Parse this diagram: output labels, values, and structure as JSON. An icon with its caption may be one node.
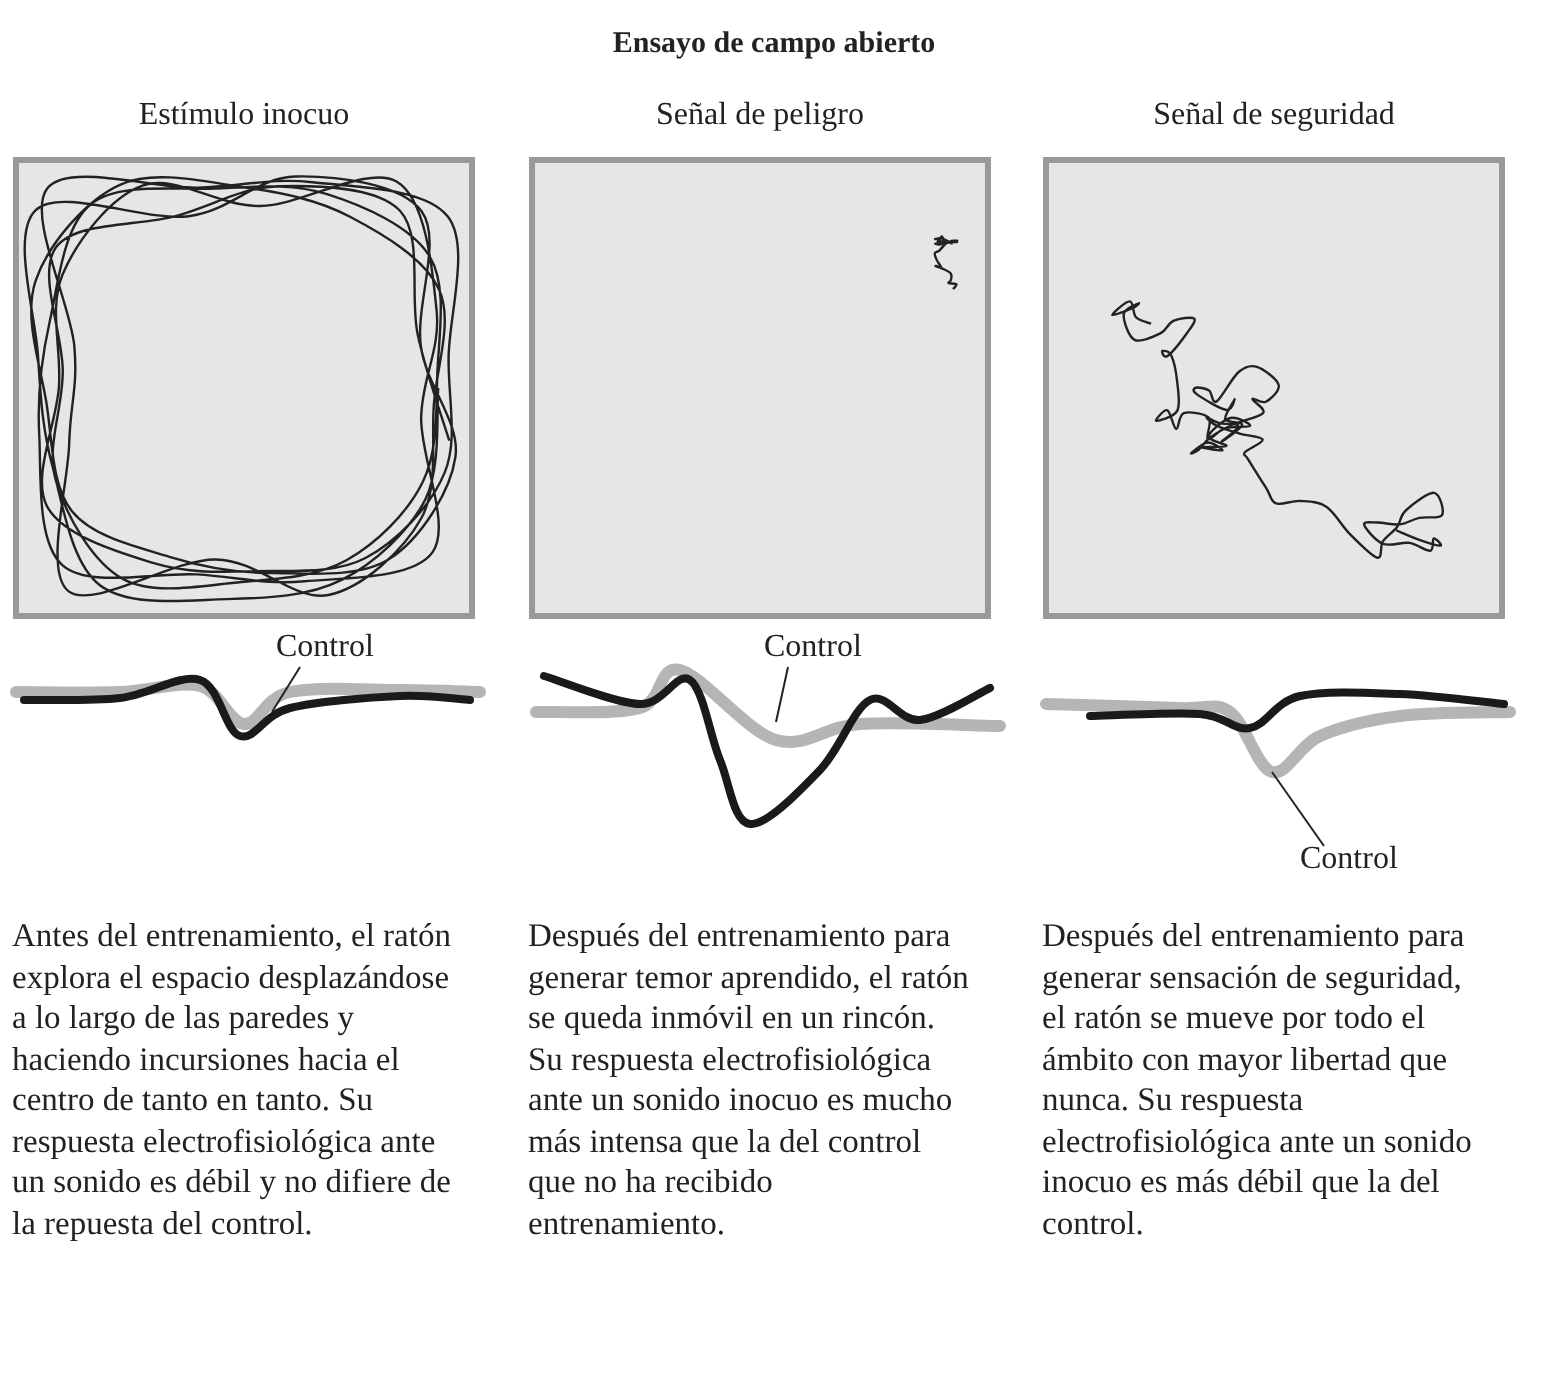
{
  "diagram": {
    "title": "Ensayo de campo abierto",
    "nodes": [
      {
        "text": [
          "Control"
        ]
      },
      {
        "text": [],
        "shape": "line"
      },
      {
        "text": [
          "Control"
        ]
      },
      {
        "text": [],
        "shape": "line"
      },
      {
        "text": [
          "Control"
        ]
      },
      {
        "text": [],
        "shape": "line"
      }
    ],
    "edges": [
      {
        "from": 0,
        "to": 1,
        "arrow": "none"
      },
      {
        "from": 2,
        "to": 3,
        "arrow": "none"
      },
      {
        "from": 4,
        "to": 5,
        "arrow": "none"
      }
    ],
    "labels": [
      "Estímulo inocuo",
      "Señal de peligro",
      "Señal de seguridad",
      "Antes del entrenamiento, el ratón explora el espacio desplazándose a lo largo de las paredes y haciendo incursiones hacia el centro de tanto en tanto. Su respuesta electrofisiológica ante un sonido es débil y no difiere de la repuesta del control.",
      "Después del entrenamiento para generar temor aprendido, el ratón se queda inmóvil en un rincón. Su respuesta electrofisiológica ante un sonido inocuo es mucho más intensa que la del control que no ha recibido entrenamiento.",
      "Después del entrenamiento para generar sensación de seguridad, el ratón se mueve por todo el ámbito con mayor libertad que nunca. Su respuesta electrofisiológica ante un sonido inocuo es más débil que la del control."
    ]
  }
}
